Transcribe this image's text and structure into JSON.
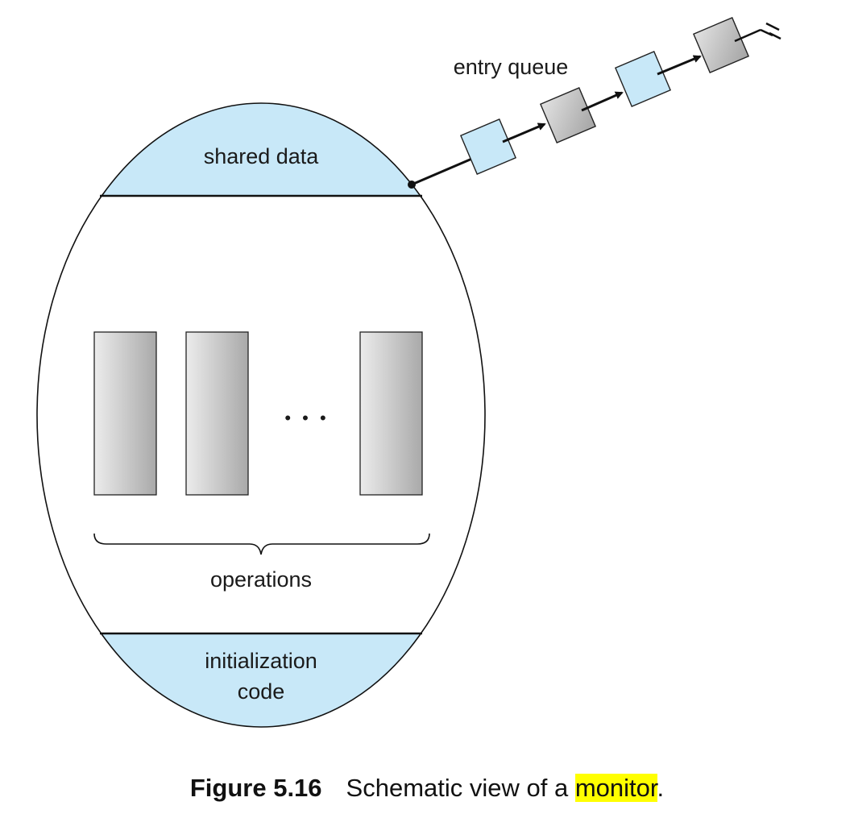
{
  "labels": {
    "shared_data": "shared data",
    "entry_queue": "entry queue",
    "ellipsis": "• • •",
    "operations": "operations",
    "init_line1": "initialization",
    "init_line2": "code"
  },
  "caption": {
    "figure_number": "Figure 5.16",
    "text_before": "Schematic view of a ",
    "highlight": "monitor",
    "text_after": "."
  },
  "colors": {
    "region_fill": "#c8e8f8",
    "queue_node_blue": "#c8e8f8",
    "queue_node_gray": "#b8b8b8",
    "highlight": "#ffff00"
  }
}
